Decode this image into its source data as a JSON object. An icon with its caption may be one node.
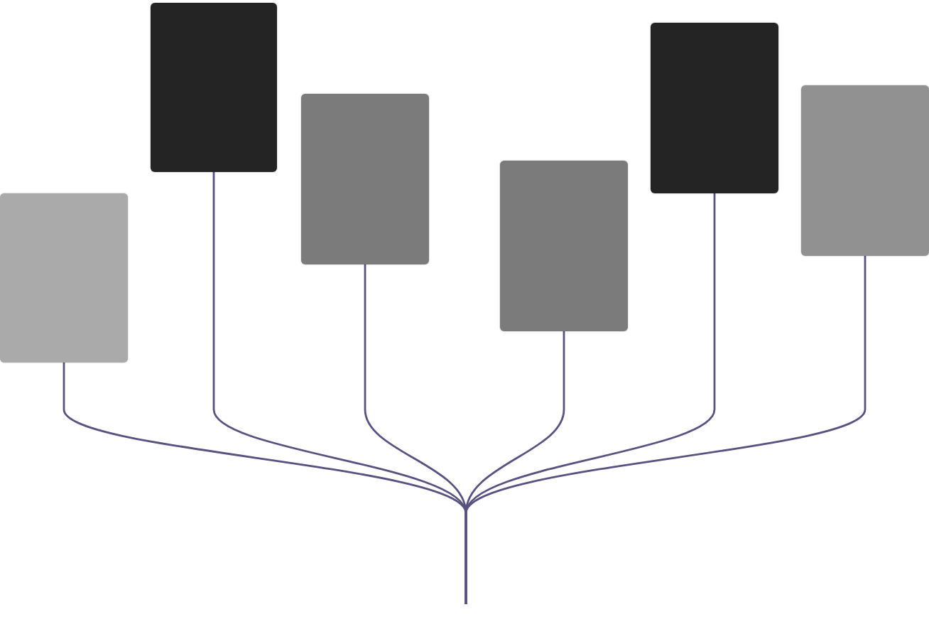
{
  "diagram": {
    "nodes": [
      {
        "text": [],
        "shape": "box"
      },
      {
        "text": [],
        "shape": "box"
      },
      {
        "text": [],
        "shape": "box"
      },
      {
        "text": [],
        "shape": "box"
      },
      {
        "text": [],
        "shape": "box"
      },
      {
        "text": [],
        "shape": "box"
      }
    ],
    "edges": [
      {
        "from": 0,
        "to": null,
        "arrow": "none"
      },
      {
        "from": 1,
        "to": null,
        "arrow": "none"
      },
      {
        "from": 2,
        "to": null,
        "arrow": "none"
      },
      {
        "from": 3,
        "to": null,
        "arrow": "none"
      },
      {
        "from": 4,
        "to": null,
        "arrow": "none"
      },
      {
        "from": 5,
        "to": null,
        "arrow": "none"
      }
    ]
  }
}
